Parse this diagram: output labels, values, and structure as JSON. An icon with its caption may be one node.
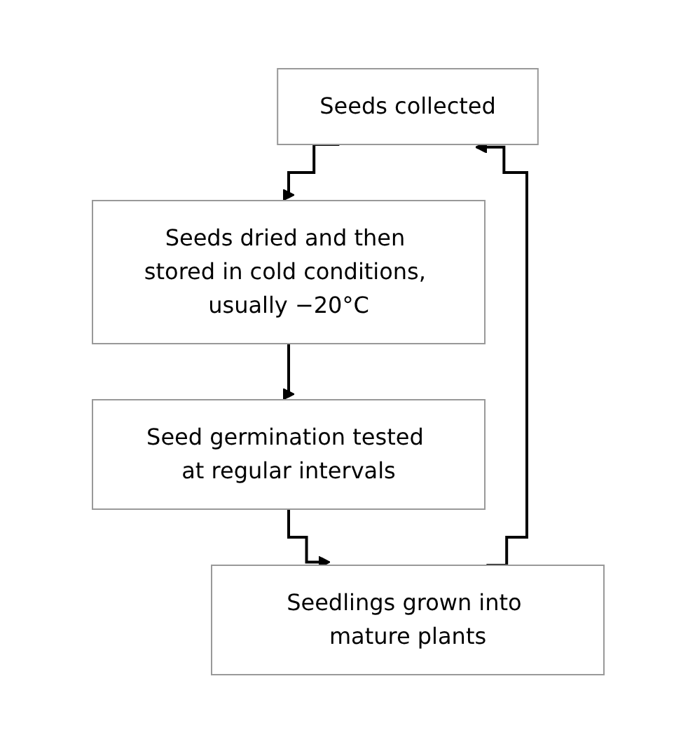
{
  "diagram": {
    "nodes": [
      {
        "text": [
          "Seeds collected"
        ]
      },
      {
        "text": [
          "Seeds dried and then stored in cold conditions, usually −20°C"
        ]
      },
      {
        "text": [
          "Seed germination tested at regular intervals"
        ]
      },
      {
        "text": [
          "Seedlings grown into mature plants"
        ]
      }
    ],
    "edges": [
      {
        "from": 0,
        "to": 1,
        "arrow": "to"
      },
      {
        "from": 1,
        "to": 2,
        "arrow": "to"
      },
      {
        "from": 2,
        "to": 3,
        "arrow": "to"
      },
      {
        "from": 3,
        "to": 0,
        "arrow": "to"
      }
    ]
  }
}
